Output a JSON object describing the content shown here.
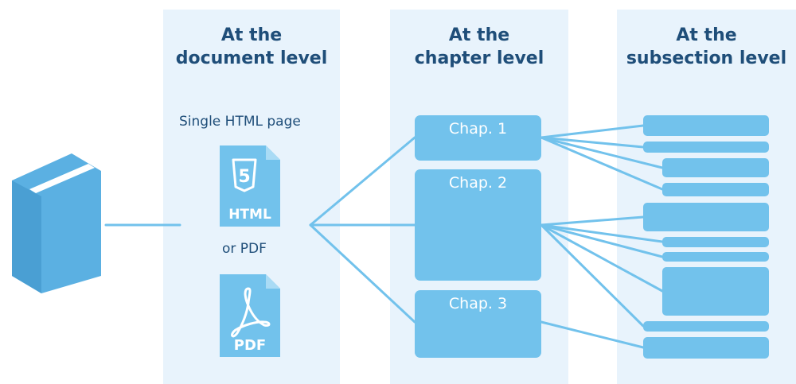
{
  "columns": {
    "document": {
      "heading": "At the\ndocument level"
    },
    "chapter": {
      "heading": "At the\nchapter level"
    },
    "subsection": {
      "heading": "At the\nsubsection level"
    }
  },
  "document": {
    "single_page_label": "Single HTML page",
    "html_icon_label": "HTML",
    "html5_badge": "5",
    "or_label": "or PDF",
    "pdf_icon_label": "PDF"
  },
  "chapters": [
    {
      "label": "Chap. 1"
    },
    {
      "label": "Chap. 2"
    },
    {
      "label": "Chap. 3"
    }
  ],
  "colors": {
    "accent": "#72c2ec",
    "column_bg": "#e8f3fc",
    "heading_text": "#1f4e79",
    "book": "#5bb0e2"
  },
  "icons": [
    "book-icon",
    "html-file-icon",
    "pdf-file-icon"
  ]
}
